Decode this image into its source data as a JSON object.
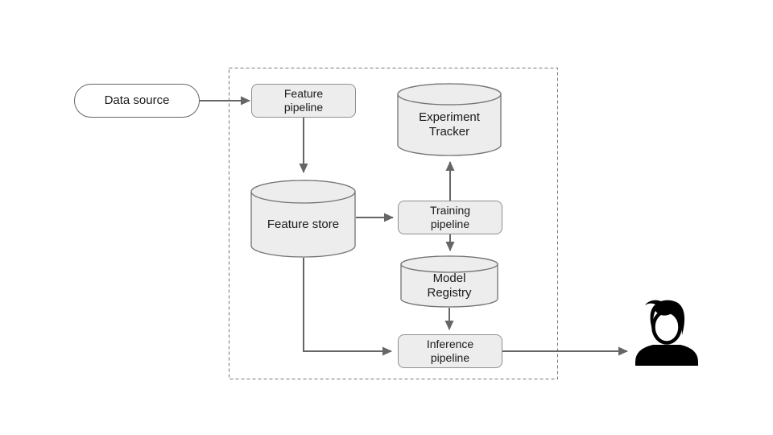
{
  "diagram": {
    "nodes": {
      "data_source": {
        "label": "Data source",
        "shape": "stadium"
      },
      "feature_pipeline": {
        "label": "Feature\npipeline",
        "shape": "process"
      },
      "experiment_tracker": {
        "label": "Experiment\nTracker",
        "shape": "cylinder"
      },
      "feature_store": {
        "label": "Feature store",
        "shape": "cylinder"
      },
      "training_pipeline": {
        "label": "Training\npipeline",
        "shape": "process"
      },
      "model_registry": {
        "label": "Model\nRegistry",
        "shape": "cylinder"
      },
      "inference_pipeline": {
        "label": "Inference\npipeline",
        "shape": "process"
      },
      "user": {
        "label": "",
        "shape": "person-icon"
      }
    },
    "edges": [
      {
        "from": "data_source",
        "to": "feature_pipeline"
      },
      {
        "from": "feature_pipeline",
        "to": "feature_store"
      },
      {
        "from": "feature_store",
        "to": "training_pipeline"
      },
      {
        "from": "training_pipeline",
        "to": "experiment_tracker"
      },
      {
        "from": "training_pipeline",
        "to": "model_registry"
      },
      {
        "from": "model_registry",
        "to": "inference_pipeline"
      },
      {
        "from": "feature_store",
        "to": "inference_pipeline"
      },
      {
        "from": "inference_pipeline",
        "to": "user"
      }
    ],
    "colors": {
      "background": "#ffffff",
      "node_fill": "#ededed",
      "process_stroke": "#909090",
      "cylinder_stroke": "#737373",
      "stadium_stroke": "#666666",
      "arrow": "#666666",
      "boundary_dash": "#777777",
      "text": "#1a1a1a",
      "person": "#000000"
    }
  }
}
